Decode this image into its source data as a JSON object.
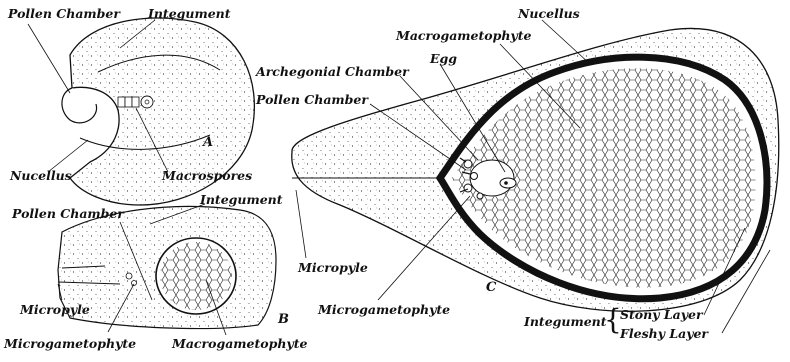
{
  "colors": {
    "ink": "#111111",
    "paper": "#ffffff"
  },
  "figure_a": {
    "letter": "A",
    "labels": {
      "pollen_chamber": "Pollen Chamber",
      "integument": "Integument",
      "nucellus": "Nucellus",
      "macrospores": "Macrospores"
    }
  },
  "figure_b": {
    "letter": "B",
    "labels": {
      "integument": "Integument",
      "pollen_chamber": "Pollen Chamber",
      "micropyle": "Micropyle",
      "microgametophyte": "Microgametophyte",
      "macrogametophyte": "Macrogametophyte"
    }
  },
  "figure_c": {
    "letter": "C",
    "labels": {
      "nucellus": "Nucellus",
      "macrogametophyte": "Macrogametophyte",
      "archegonial_chamber": "Archegonial Chamber",
      "egg": "Egg",
      "pollen_chamber": "Pollen Chamber",
      "micropyle": "Micropyle",
      "microgametophyte": "Microgametophyte",
      "integument": "Integument",
      "stony_layer": "Stony Layer",
      "fleshy_layer": "Fleshy Layer"
    }
  }
}
